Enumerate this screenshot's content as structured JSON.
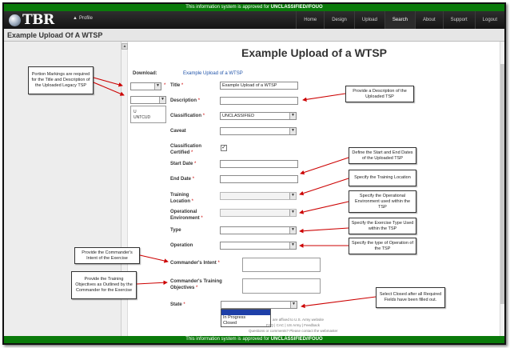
{
  "classification_banner": {
    "prefix": "This information system is approved for ",
    "level": "UNCLASSIFIED//FOUO"
  },
  "navbar": {
    "logo_text": "TBR",
    "profile_label": "Profile",
    "links": [
      {
        "label": "Home"
      },
      {
        "label": "Design"
      },
      {
        "label": "Upload"
      },
      {
        "label": "Search",
        "active": true
      },
      {
        "label": "About"
      },
      {
        "label": "Support"
      },
      {
        "label": "Logout"
      }
    ]
  },
  "header": {
    "title": "Example Upload Of A WTSP"
  },
  "main": {
    "title": "Example Upload of a WTSP",
    "download_label": "Download:",
    "download_link": "Example Upload of a WTSP",
    "marking_box_options": [
      "U",
      "UNTCUD"
    ],
    "fields": {
      "title": {
        "label": "Title",
        "value": "Example Upload of a WTSP"
      },
      "description": {
        "label": "Description",
        "value": ""
      },
      "classification": {
        "label": "Classification",
        "value": "UNCLASSIFIED"
      },
      "caveat": {
        "label": "Caveat",
        "value": ""
      },
      "classification_certified": {
        "label_line1": "Classification",
        "label_line2": "Certified",
        "checked": "✓"
      },
      "start_date": {
        "label": "Start Date",
        "value": ""
      },
      "end_date": {
        "label": "End Date",
        "value": ""
      },
      "training_location": {
        "label_line1": "Training",
        "label_line2": "Location",
        "value": ""
      },
      "operational_environment": {
        "label_line1": "Operational",
        "label_line2": "Environment",
        "value": ""
      },
      "type": {
        "label": "Type",
        "value": ""
      },
      "operation": {
        "label": "Operation",
        "value": ""
      },
      "commanders_intent": {
        "label": "Commander's Intent"
      },
      "commanders_training_objectives": {
        "label_line1": "Commander's Training",
        "label_line2": "Objectives"
      },
      "state": {
        "label": "State",
        "value": "",
        "options": [
          "",
          "In Progress",
          "Closed"
        ]
      }
    },
    "required_marker": "*",
    "footer": {
      "line1": "are affixed to U.S. Army website",
      "line2": "FAQ  |  CAC  |  US Army  |  Feedback",
      "line3": "Questions or comments? Please contact the webmaster"
    }
  },
  "callouts": {
    "portion_markings": "Portion Markings are required for the Title and Description of the Uploaded Legacy TSP",
    "description": "Provide a Description of the Uploaded TSP",
    "dates": "Define the Start and End Dates of the Uploaded TSP",
    "training_location": "Specify the Training Location",
    "operational_environment": "Specify the Operational Environment used within the TSP",
    "type": "Specify the Exercise Type Used within the TSP",
    "operation": "Specify the type of Operation of the TSP",
    "commanders_intent": "Provide the Commander's Intent of the Exercise",
    "training_objectives": "Provide the Training Objectives as Outlined by the Commander for the Exercise",
    "state": "Select Closed after all Required Fields have been filled out."
  },
  "colors": {
    "classification_green": "#0a7a0a",
    "callout_arrow": "#cc0000",
    "link_blue": "#2255aa",
    "selected_option": "#1e3fa8"
  }
}
